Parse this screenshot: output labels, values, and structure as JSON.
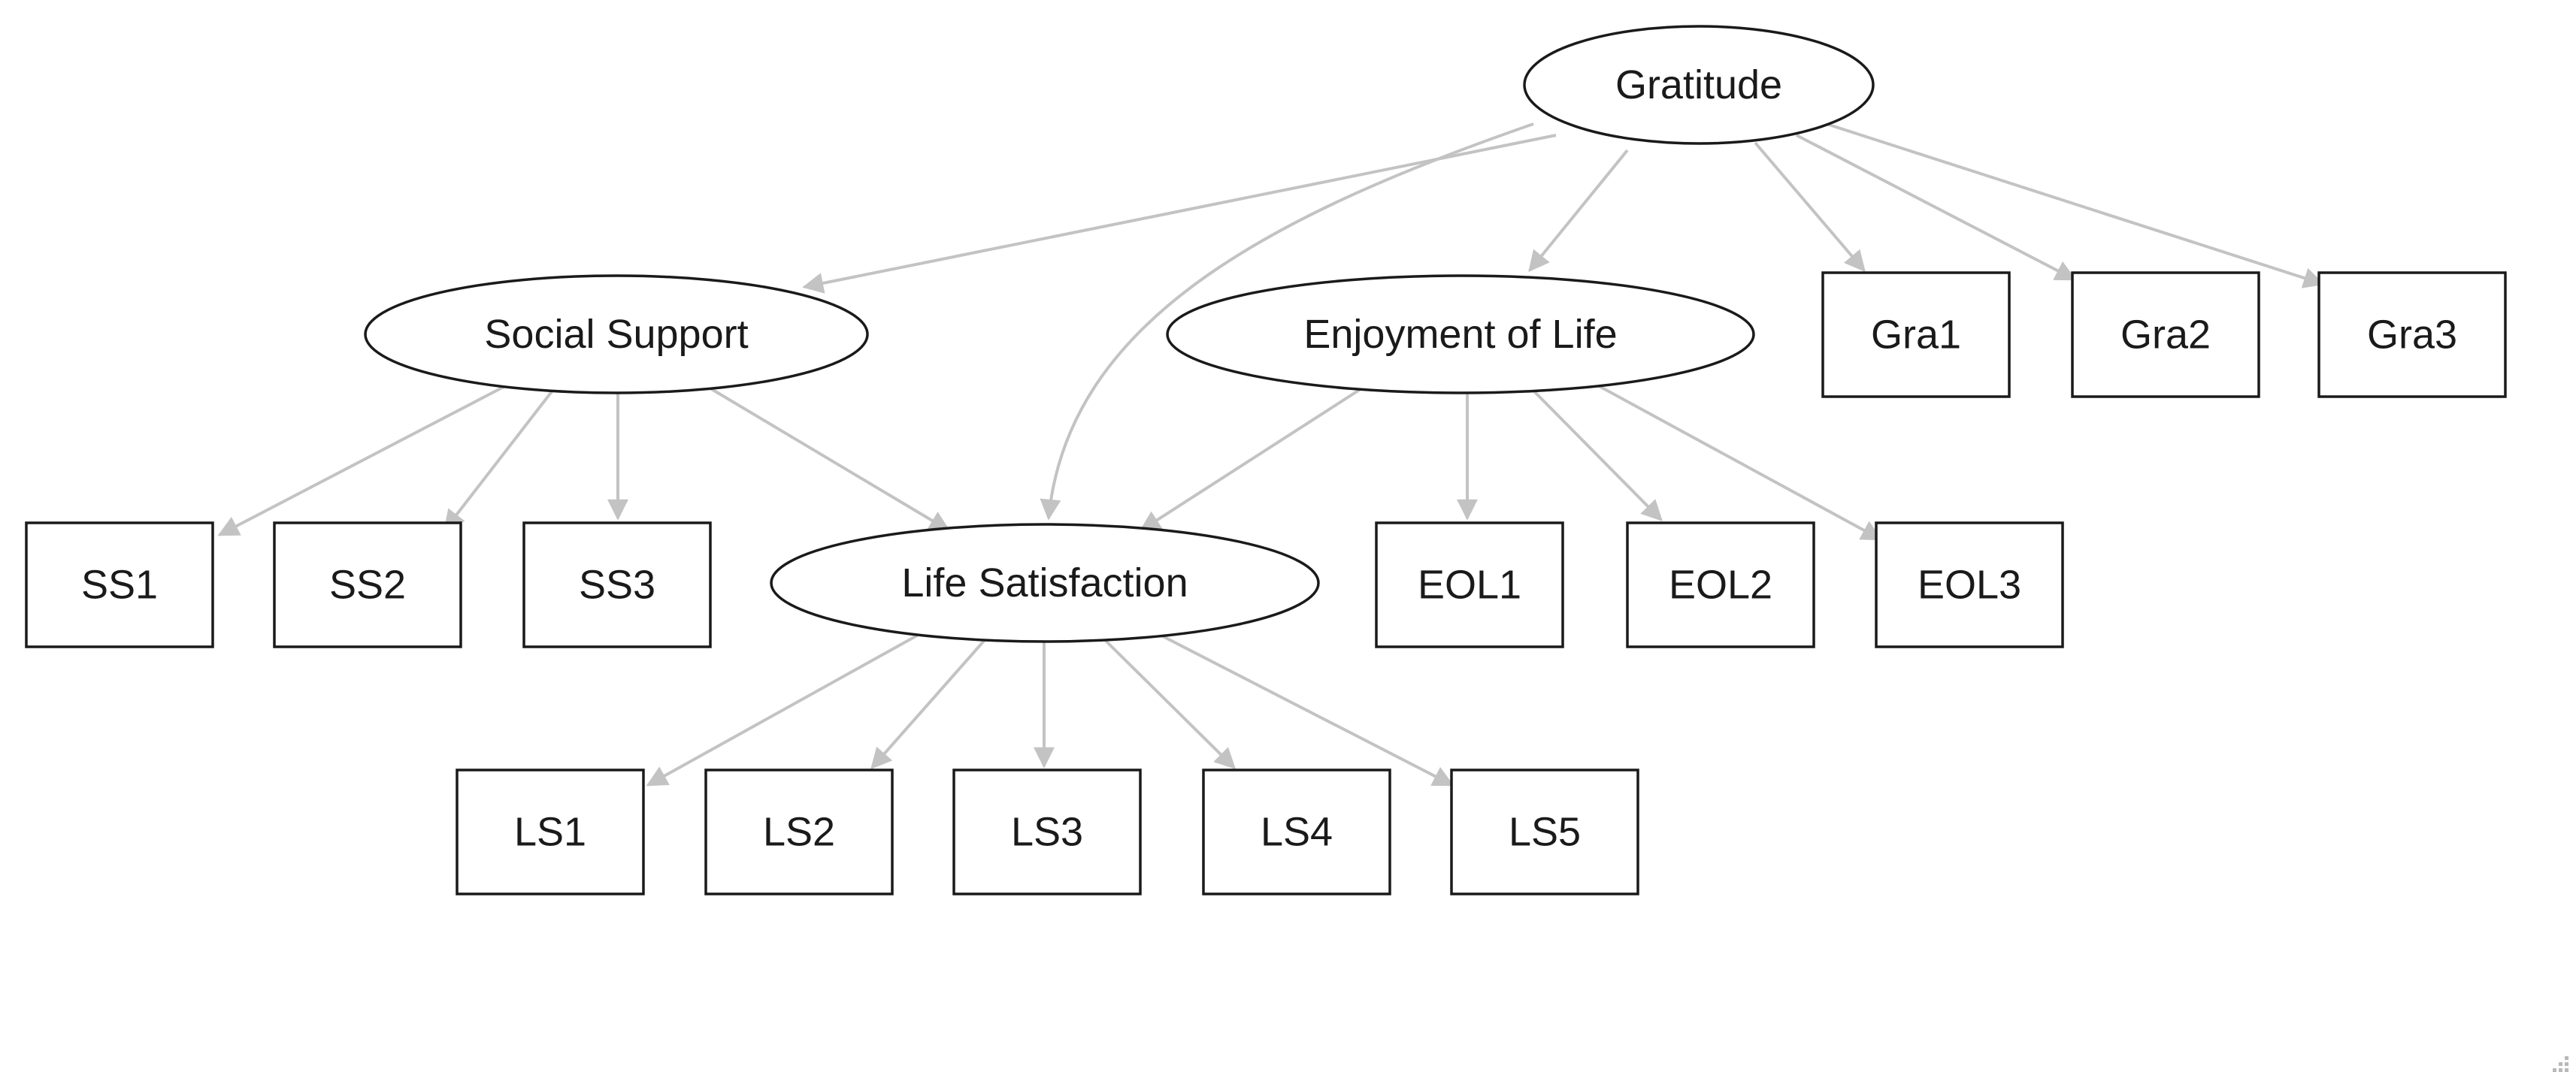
{
  "diagram": {
    "colors": {
      "edge": "#c3c3c3",
      "node_stroke": "#1a1a1a",
      "background": "#ffffff"
    },
    "nodes": [
      {
        "id": "gratitude",
        "label": "Gratitude",
        "shape": "ellipse"
      },
      {
        "id": "social",
        "label": "Social Support",
        "shape": "ellipse"
      },
      {
        "id": "enjoy",
        "label": "Enjoyment of Life",
        "shape": "ellipse"
      },
      {
        "id": "lifesat",
        "label": "Life Satisfaction",
        "shape": "ellipse"
      },
      {
        "id": "gra1",
        "label": "Gra1",
        "shape": "box"
      },
      {
        "id": "gra2",
        "label": "Gra2",
        "shape": "box"
      },
      {
        "id": "gra3",
        "label": "Gra3",
        "shape": "box"
      },
      {
        "id": "ss1",
        "label": "SS1",
        "shape": "box"
      },
      {
        "id": "ss2",
        "label": "SS2",
        "shape": "box"
      },
      {
        "id": "ss3",
        "label": "SS3",
        "shape": "box"
      },
      {
        "id": "eol1",
        "label": "EOL1",
        "shape": "box"
      },
      {
        "id": "eol2",
        "label": "EOL2",
        "shape": "box"
      },
      {
        "id": "eol3",
        "label": "EOL3",
        "shape": "box"
      },
      {
        "id": "ls1",
        "label": "LS1",
        "shape": "box"
      },
      {
        "id": "ls2",
        "label": "LS2",
        "shape": "box"
      },
      {
        "id": "ls3",
        "label": "LS3",
        "shape": "box"
      },
      {
        "id": "ls4",
        "label": "LS4",
        "shape": "box"
      },
      {
        "id": "ls5",
        "label": "LS5",
        "shape": "box"
      }
    ],
    "edges": [
      {
        "from": "gratitude",
        "to": "social"
      },
      {
        "from": "gratitude",
        "to": "lifesat"
      },
      {
        "from": "gratitude",
        "to": "enjoy"
      },
      {
        "from": "gratitude",
        "to": "gra1"
      },
      {
        "from": "gratitude",
        "to": "gra2"
      },
      {
        "from": "gratitude",
        "to": "gra3"
      },
      {
        "from": "social",
        "to": "ss1"
      },
      {
        "from": "social",
        "to": "ss2"
      },
      {
        "from": "social",
        "to": "ss3"
      },
      {
        "from": "social",
        "to": "lifesat"
      },
      {
        "from": "enjoy",
        "to": "lifesat"
      },
      {
        "from": "enjoy",
        "to": "eol1"
      },
      {
        "from": "enjoy",
        "to": "eol2"
      },
      {
        "from": "enjoy",
        "to": "eol3"
      },
      {
        "from": "lifesat",
        "to": "ls1"
      },
      {
        "from": "lifesat",
        "to": "ls2"
      },
      {
        "from": "lifesat",
        "to": "ls3"
      },
      {
        "from": "lifesat",
        "to": "ls4"
      },
      {
        "from": "lifesat",
        "to": "ls5"
      }
    ]
  }
}
